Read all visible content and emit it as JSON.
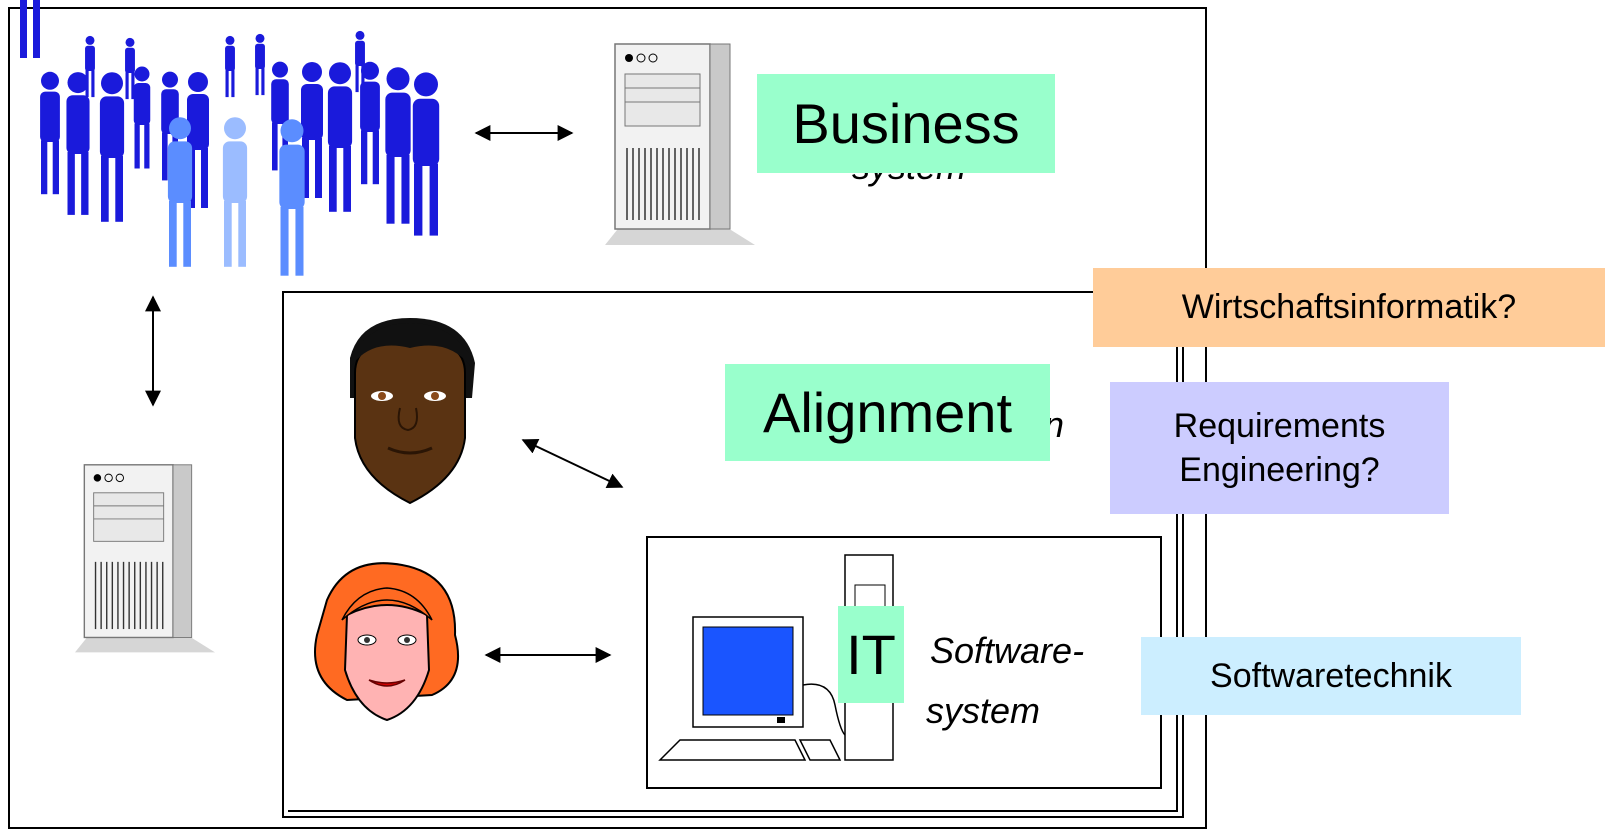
{
  "colors": {
    "business": "#99ffcc",
    "alignment": "#99ffcc",
    "it": "#99ffcc",
    "wirtschaftsinformatik": "#ffcc99",
    "requirements": "#ccccff",
    "softwaretechnik": "#cceeff",
    "people": "#1a1adb",
    "people_light": "#6fa0ff",
    "man_skin": "#5a3312",
    "woman_hair": "#ff6a22",
    "woman_skin": "#ffb3b3",
    "screen": "#2255ff"
  },
  "labels": {
    "business": "Business",
    "alignment": "Alignment",
    "it": "IT",
    "wirtschaftsinformatik": "Wirtschaftsinformatik?",
    "requirements_line1": "Requirements",
    "requirements_line2": "Engineering?",
    "softwaretechnik": "Softwaretechnik"
  },
  "partially_visible": {
    "behind_business": "system",
    "behind_alignment": "n",
    "software_line1": "Software-",
    "software_line2": "system"
  },
  "icons": [
    "crowd-icon",
    "server-tower-icon",
    "man-face-icon",
    "woman-face-icon",
    "computer-workstation-icon",
    "double-arrow-icon"
  ]
}
